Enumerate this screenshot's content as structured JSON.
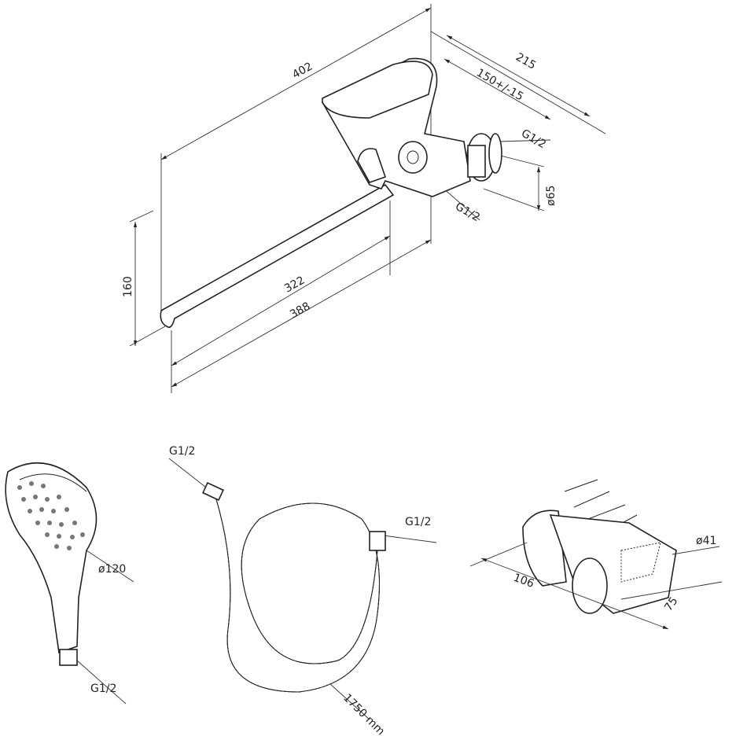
{
  "faucet": {
    "width_total": "402",
    "depth_total": "215",
    "center_distance": "150+/-15",
    "inlet_thread": "G1/2",
    "flange_diameter": "ø65",
    "outlet_thread": "G1/2",
    "spout_height": "160",
    "spout_inner_length": "322",
    "spout_total_length": "388"
  },
  "hand_shower": {
    "diameter": "ø120",
    "thread": "G1/2"
  },
  "hose": {
    "thread_top": "G1/2",
    "thread_right": "G1/2",
    "length": "1750 mm"
  },
  "holder": {
    "diameter": "ø41",
    "length": "106",
    "depth": "75"
  },
  "colors": {
    "line": "#222222",
    "background": "#ffffff"
  }
}
